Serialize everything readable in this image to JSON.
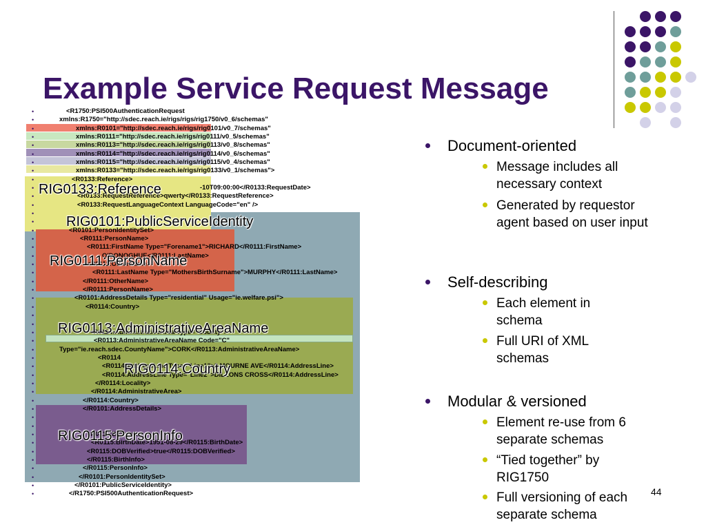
{
  "title": "Example Service Request Message",
  "page_number": "44",
  "colors": {
    "title": "#3b1567",
    "purple": "#3b1567",
    "teal": "#6f9e9a",
    "lime": "#c9c800",
    "lavender": "#d3d1e8"
  },
  "xml_lines": [
    "<R1750:PSI500AuthenticationRequest",
    "xmlns:R1750=\"http://sdec.reach.ie/rigs/rigs/rig1750/v0_6/schemas\"",
    "xmlns:R0101=\"http://sdec.reach.ie/rigs/rig0101/v0_7/schemas\"",
    "xmlns:R0111=\"http://sdec.reach.ie/rigs/rig0111/v0_5/schemas\"",
    "xmlns:R0113=\"http://sdec.reach.ie/rigs/rig0113/v0_8/schemas\"",
    "xmlns:R0114=\"http://sdec.reach.ie/rigs/rig0114/v0_6/schemas\"",
    "xmlns:R0115=\"http://sdec.reach.ie/rigs/rig0115/v0_4/schemas\"",
    "xmlns:R0133=\"http://sdec.reach.ie/rigs/rig0133/v0_1/schemas\">",
    "<R0133:Reference>",
    "-10T09:00:00</R0133:RequestDate>",
    "<R0133:RequestReference>qwerty</R0133:RequestReference>",
    "<R0133:RequestLanguageContext LanguageCode=\"en\" />",
    "",
    "",
    "<R0101:PersonIdentitySet>",
    "<R0111:PersonName>",
    "<R0111:FirstName Type=\"Forename1\">RICHARD</R0111:FirstName>",
    "O'DONOGHUE</R0111:LastName>",
    "<R0111:OtherName>",
    "<R0111:LastName Type=\"MothersBirthSurname\">MURPHY</R0111:LastName>",
    "</R0111:OtherName>",
    "</R0111:PersonName>",
    "<R0101:AddressDetails Type=\"residential\" Usage=\"ie.welfare.psi\">",
    "<R0114:Country>",
    "",
    "",
    "<R0114:AdministrativeArea Type=\"County\">",
    "<R0113:AdministrativeAreaName Code=\"C\"",
    "Type=\"ie.reach.sdec.CountyName\">CORK</R0113:AdministrativeAreaName>",
    "<R0114",
    "<R0114:AddressLine Type=\"Line1\">2 MOURNE AVE</R0114:AddressLine>",
    "<R0114:AddressLine Type=\"Line2\">DILLONS CROSS</R0114:AddressLine>",
    "</R0114:Locality>",
    "</R0114:AdministrativeArea>",
    "</R0114:Country>",
    "</R0101:AddressDetails>",
    "",
    "",
    "<R0115:BirthInfo>",
    "<R0115:BirthDate>1951-08-29</R0115:BirthDate>",
    "<R0115:DOBVerified>true</R0115:DOBVerified>",
    "</R0115:BirthInfo>",
    "</R0115:PersonInfo>",
    "</R0101:PersonIdentitySet>",
    "</R0101:PublicServiceIdentity>",
    "</R1750:PSI500AuthenticationRequest>"
  ],
  "overlays": {
    "reference": "RIG0133:Reference",
    "public_service_identity": "RIG0101:PublicServiceIdentity",
    "person_name": "RIG0111:PersonName",
    "admin_area_name": "RIG0113:AdministrativeAreaName",
    "country": "RIG0114:Country",
    "person_info": "RIG0115:PersonInfo"
  },
  "bullets": [
    {
      "text": "Document-oriented",
      "sub": [
        "Message includes all necessary context",
        "Generated by requestor agent based on user input"
      ]
    },
    {
      "text": "Self-describing",
      "sub": [
        "Each element in schema",
        "Full URI of XML schemas"
      ]
    },
    {
      "text": "Modular & versioned",
      "sub": [
        "Element re-use from 6 separate schemas",
        "“Tied together” by RIG1750",
        "Full versioning of each separate schema"
      ]
    }
  ]
}
